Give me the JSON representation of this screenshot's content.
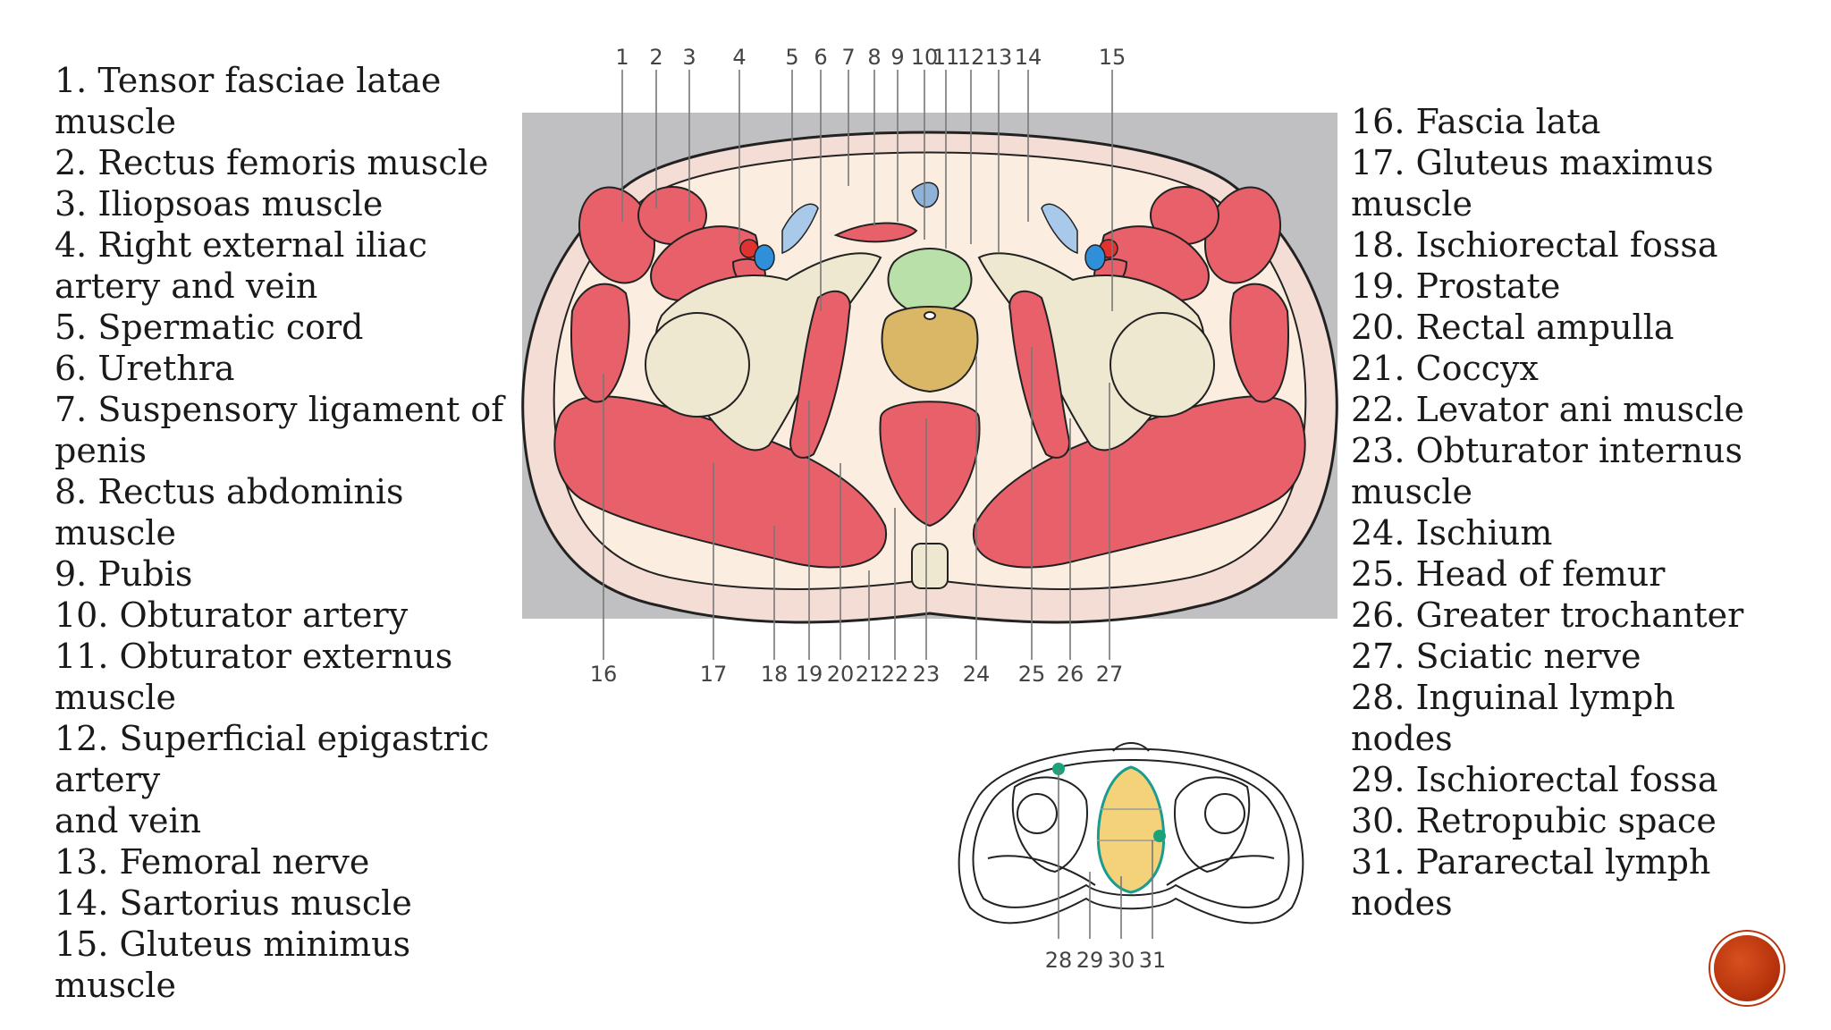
{
  "legend_left": [
    "1. Tensor fasciae latae\nmuscle",
    "2. Rectus femoris muscle",
    "3. Iliopsoas muscle",
    "4. Right external iliac\nartery and vein",
    "5. Spermatic cord",
    "6. Urethra",
    "7. Suspensory ligament of\npenis",
    "8. Rectus abdominis muscle",
    "9. Pubis",
    "10. Obturator artery",
    "11. Obturator externus\nmuscle",
    "12. Superficial epigastric\nartery\nand vein",
    "13. Femoral nerve",
    "14. Sartorius muscle",
    "15. Gluteus minimus\nmuscle"
  ],
  "legend_right": [
    "16. Fascia lata",
    "17. Gluteus maximus\nmuscle",
    "18. Ischiorectal fossa",
    "19. Prostate",
    "20. Rectal ampulla",
    "21. Coccyx",
    "22. Levator ani muscle",
    "23. Obturator internus\nmuscle",
    "24. Ischium",
    "25. Head of femur",
    "26. Greater trochanter",
    "27. Sciatic nerve",
    "28. Inguinal lymph\nnodes",
    "29. Ischiorectal fossa",
    "30. Retropubic space",
    "31. Pararectal lymph\nnodes"
  ],
  "main_top_numbers": [
    "1",
    "2",
    "3",
    "4",
    "5",
    "6",
    "7",
    "8",
    "9",
    "10",
    "11",
    "12",
    "13",
    "14",
    "15"
  ],
  "main_bottom_numbers": [
    "16",
    "17",
    "18",
    "19",
    "20",
    "21",
    "22",
    "23",
    "24",
    "25",
    "26",
    "27"
  ],
  "mini_numbers": [
    "28",
    "29",
    "30",
    "31"
  ],
  "colors": {
    "muscle": "#e8606a",
    "muscle_light": "#ef8c92",
    "bone": "#efe8d0",
    "fat": "#fbeee0",
    "background_box": "#c0c0c2",
    "prostate": "#d9b766",
    "bladder": "#b9e0a8",
    "artery": "#e0332f",
    "vein": "#2f8fd8",
    "spermatic_cord": "#a9c9ea",
    "lymph_node": "#1aa37a",
    "rectum_mini": "#f3d27a",
    "badge": "#b8350d"
  }
}
